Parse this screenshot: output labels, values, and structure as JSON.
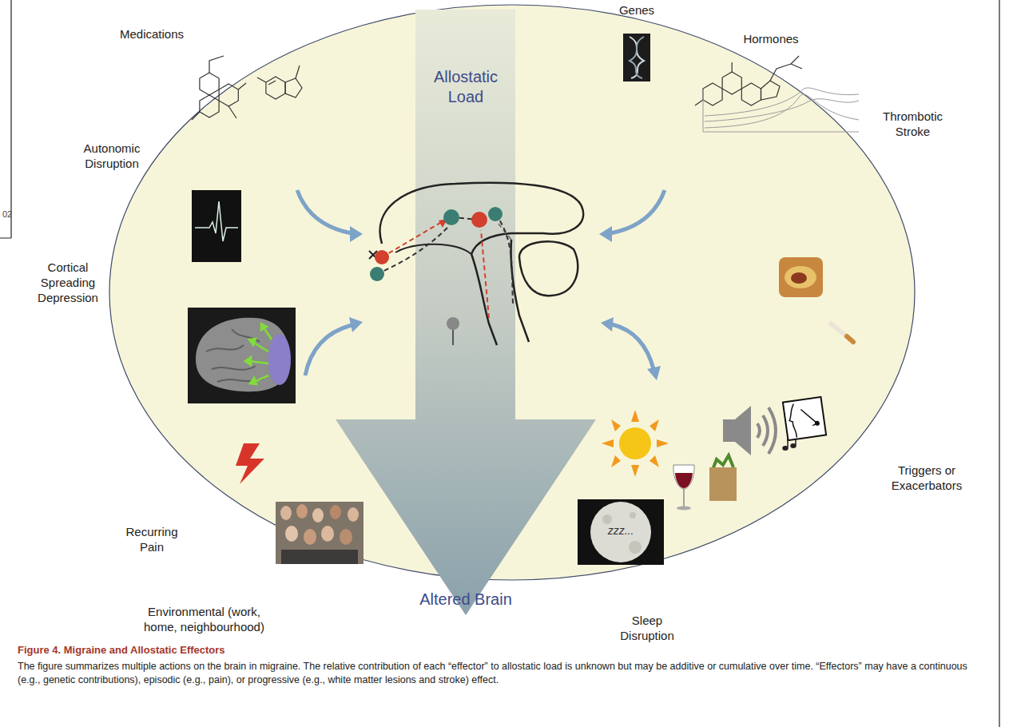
{
  "diagram": {
    "title": "Figure 4. Migraine and Allostatic Effectors",
    "caption": "The figure summarizes multiple actions on the brain in migraine. The relative contribution of each “effector” to allostatic load is unknown but may be additive or cumulative over time. “Effectors” may have a continuous (e.g., genetic contributions), episodic (e.g., pain), or progressive (e.g., white matter lesions and stroke) effect.",
    "nodes": [
      {
        "text": [
          "Allostatic Load",
          "Altered Brain"
        ]
      }
    ],
    "labels": [
      "Medications",
      "Genes",
      "Hormones",
      "Thrombotic Stroke",
      "Autonomic Disruption",
      "Cortical Spreading Depression",
      "Triggers or Exacerbators",
      "Recurring Pain",
      "Environmental (work, home, neighbourhood)",
      "Sleep Disruption",
      "zzz...",
      "02"
    ]
  }
}
